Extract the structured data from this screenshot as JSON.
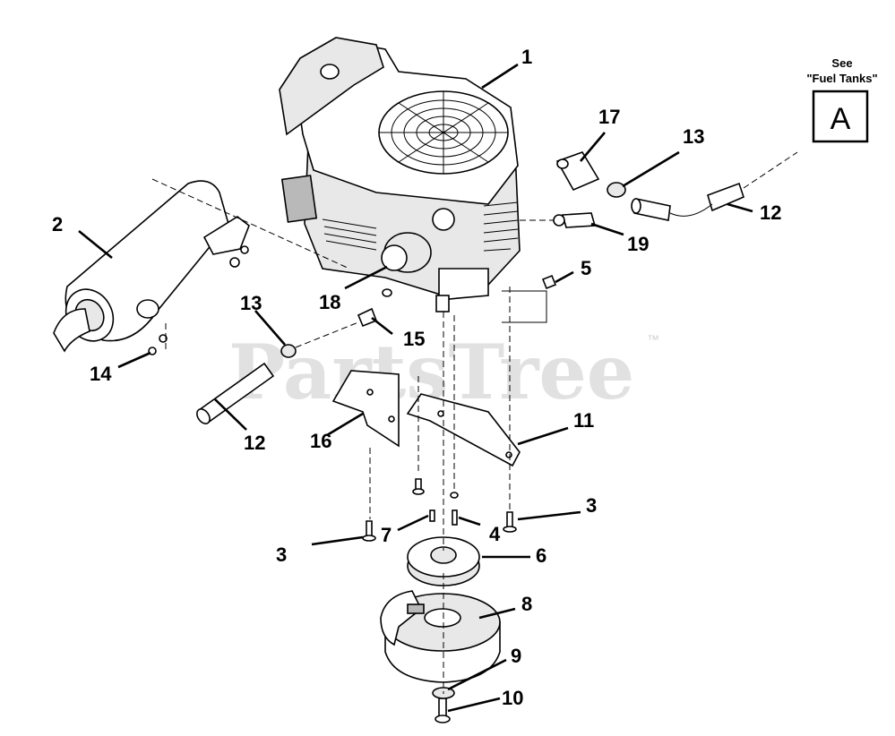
{
  "watermark": {
    "text": "PartsTree",
    "trademark": "™"
  },
  "reference": {
    "see_label": "See",
    "target_label": "\"Fuel Tanks\"",
    "letter": "A"
  },
  "callouts": {
    "c1": "1",
    "c2": "2",
    "c3a": "3",
    "c3b": "3",
    "c4": "4",
    "c5": "5",
    "c6": "6",
    "c7": "7",
    "c8": "8",
    "c9": "9",
    "c10": "10",
    "c11": "11",
    "c12a": "12",
    "c12b": "12",
    "c13a": "13",
    "c13b": "13",
    "c14": "14",
    "c15": "15",
    "c16": "16",
    "c17": "17",
    "c18": "18",
    "c19": "19"
  }
}
